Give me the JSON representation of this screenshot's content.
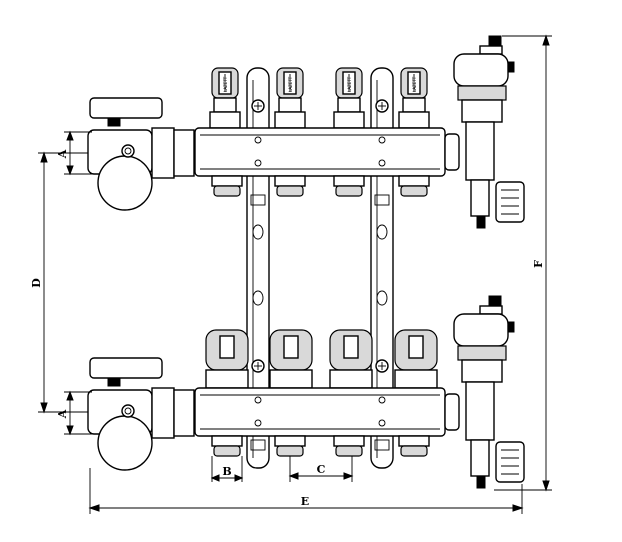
{
  "dimensions": {
    "a_top": "A",
    "a_bottom": "A",
    "b": "B",
    "c": "C",
    "d": "D",
    "e": "E",
    "f": "F"
  },
  "flowmeter_marks": [
    "LAZETT",
    "LAZETT",
    "LAZETT",
    "LAZETT"
  ]
}
